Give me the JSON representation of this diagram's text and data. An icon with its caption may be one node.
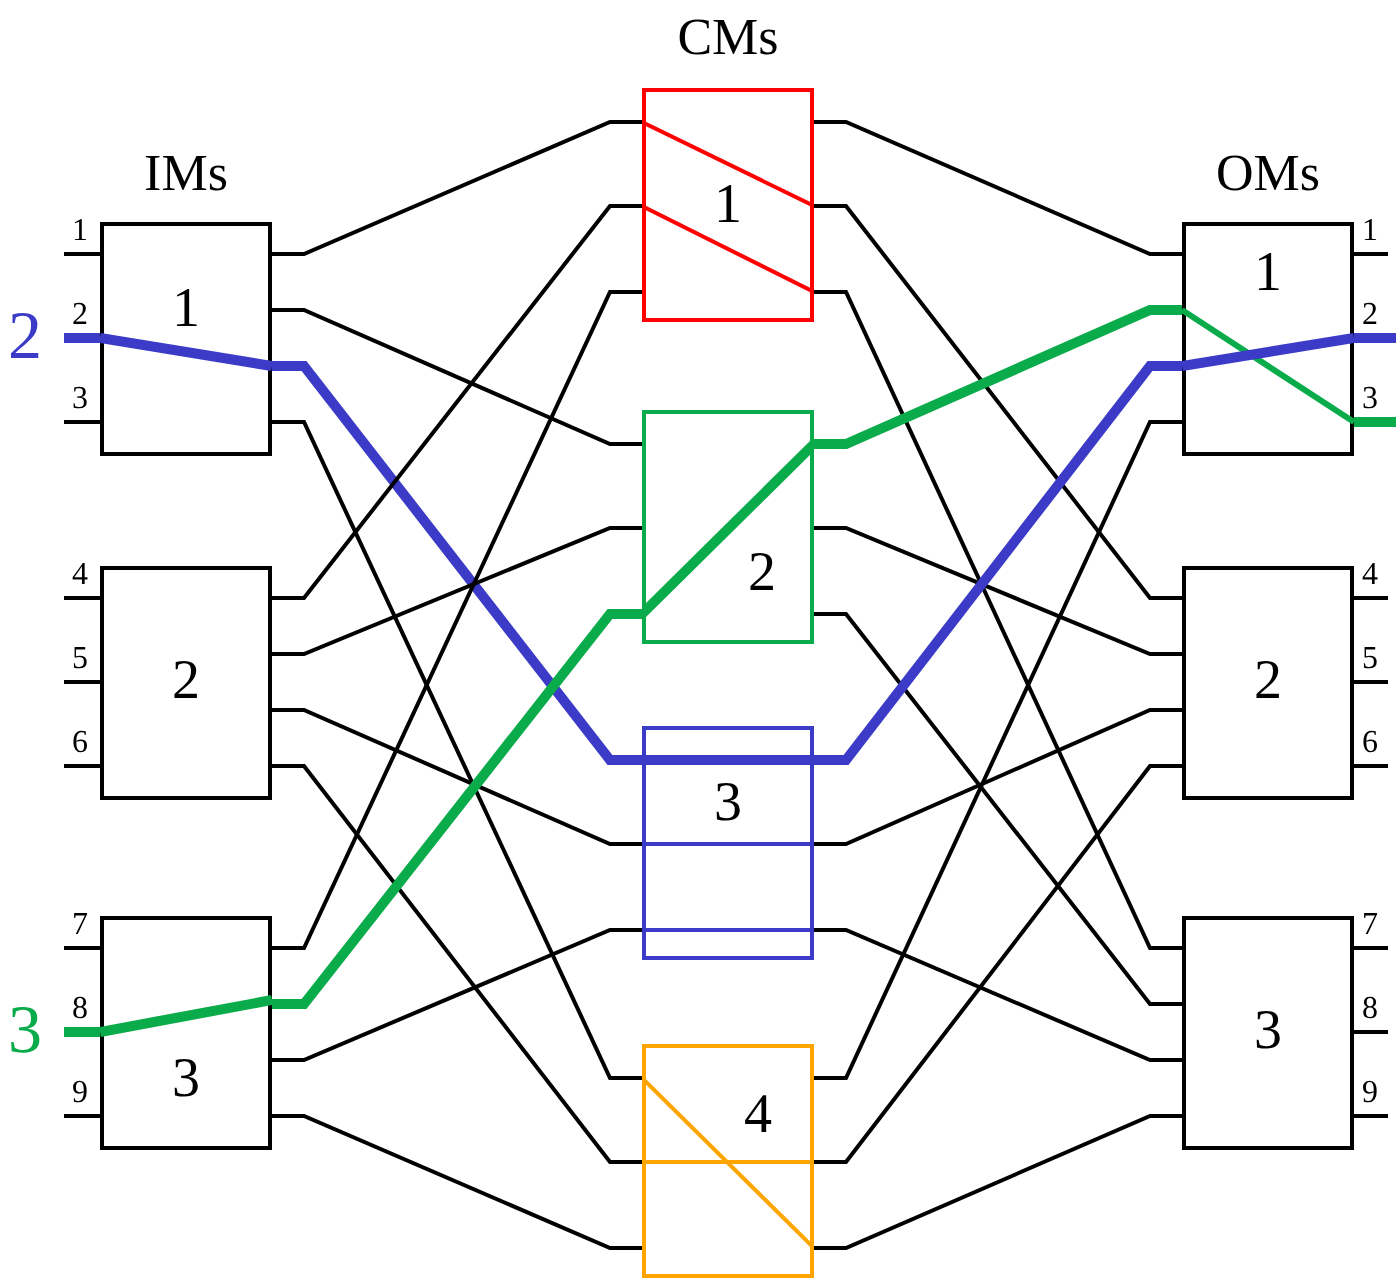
{
  "diagram": {
    "nodes": [
      {
        "text": [
          "1"
        ],
        "beside": [
          "1",
          "2",
          "3"
        ]
      },
      {
        "text": [
          "2"
        ],
        "beside": [
          "4",
          "5",
          "6"
        ]
      },
      {
        "text": [
          "3"
        ],
        "beside": [
          "7",
          "8",
          "9"
        ]
      },
      {
        "text": [
          "1"
        ]
      },
      {
        "text": [
          "2"
        ]
      },
      {
        "text": [
          "3"
        ]
      },
      {
        "text": [
          "4"
        ]
      },
      {
        "text": [
          "1"
        ],
        "beside": [
          "1",
          "2",
          "3"
        ]
      },
      {
        "text": [
          "2"
        ],
        "beside": [
          "4",
          "5",
          "6"
        ]
      },
      {
        "text": [
          "3"
        ],
        "beside": [
          "7",
          "8",
          "9"
        ]
      },
      {
        "text": [
          "2"
        ]
      },
      {
        "text": [
          "3"
        ]
      }
    ],
    "edges": [
      {
        "from": 0,
        "to": 3,
        "arrow": "none"
      },
      {
        "from": 0,
        "to": 4,
        "arrow": "none"
      },
      {
        "from": 0,
        "to": 5,
        "arrow": "none",
        "style": "thick",
        "color": "#3b3bc8"
      },
      {
        "from": 0,
        "to": 6,
        "arrow": "none"
      },
      {
        "from": 1,
        "to": 3,
        "arrow": "none"
      },
      {
        "from": 1,
        "to": 4,
        "arrow": "none"
      },
      {
        "from": 1,
        "to": 5,
        "arrow": "none"
      },
      {
        "from": 1,
        "to": 6,
        "arrow": "none"
      },
      {
        "from": 2,
        "to": 3,
        "arrow": "none"
      },
      {
        "from": 2,
        "to": 4,
        "arrow": "none",
        "style": "thick",
        "color": "#0aab4a"
      },
      {
        "from": 2,
        "to": 5,
        "arrow": "none"
      },
      {
        "from": 2,
        "to": 6,
        "arrow": "none"
      },
      {
        "from": 3,
        "to": 7,
        "arrow": "none"
      },
      {
        "from": 3,
        "to": 8,
        "arrow": "none"
      },
      {
        "from": 3,
        "to": 9,
        "arrow": "none"
      },
      {
        "from": 4,
        "to": 7,
        "arrow": "none",
        "style": "thick",
        "color": "#0aab4a"
      },
      {
        "from": 4,
        "to": 8,
        "arrow": "none"
      },
      {
        "from": 4,
        "to": 9,
        "arrow": "none"
      },
      {
        "from": 5,
        "to": 7,
        "arrow": "none",
        "style": "thick",
        "color": "#3b3bc8"
      },
      {
        "from": 5,
        "to": 8,
        "arrow": "none"
      },
      {
        "from": 5,
        "to": 9,
        "arrow": "none"
      },
      {
        "from": 6,
        "to": 7,
        "arrow": "none"
      },
      {
        "from": 6,
        "to": 8,
        "arrow": "none"
      },
      {
        "from": 6,
        "to": 9,
        "arrow": "none"
      },
      {
        "from": 10,
        "to": 0,
        "arrow": "none",
        "style": "thick",
        "color": "#3b3bc8"
      },
      {
        "from": 11,
        "to": 2,
        "arrow": "none",
        "style": "thick",
        "color": "#0aab4a"
      },
      {
        "from": 7,
        "to": null,
        "arrow": "none",
        "style": "thick",
        "color": "#3b3bc8"
      },
      {
        "from": 7,
        "to": null,
        "arrow": "none",
        "style": "thick",
        "color": "#0aab4a"
      }
    ],
    "labels": [
      "CMs",
      "IMs",
      "OMs"
    ]
  }
}
